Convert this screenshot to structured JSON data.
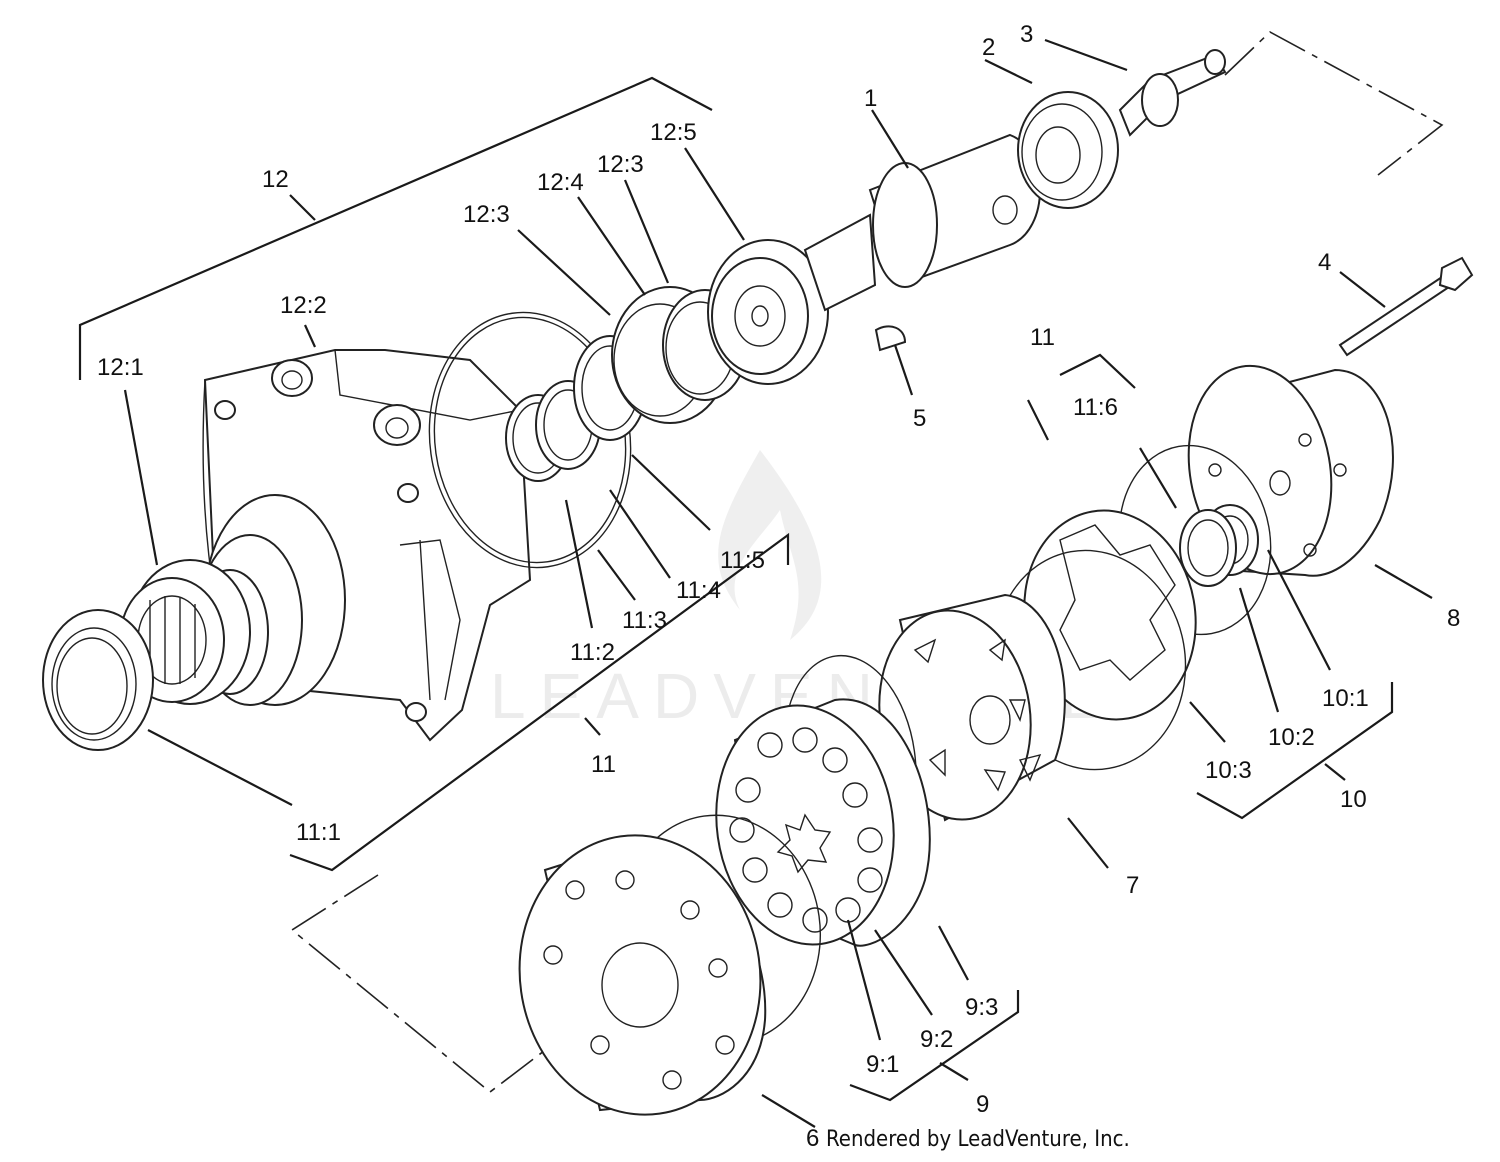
{
  "diagram": {
    "watermark": "LEADVENTURE",
    "credit": "Rendered by LeadVenture, Inc.",
    "labels": {
      "l1": "1",
      "l2": "2",
      "l3": "3",
      "l4": "4",
      "l5": "5",
      "l6": "6",
      "l7": "7",
      "l8": "8",
      "l9": "9",
      "l9_1": "9:1",
      "l9_2": "9:2",
      "l9_3": "9:3",
      "l10": "10",
      "l10_1": "10:1",
      "l10_2": "10:2",
      "l10_3": "10:3",
      "l11a": "11",
      "l11b": "11",
      "l11_1": "11:1",
      "l11_2": "11:2",
      "l11_3": "11:3",
      "l11_4": "11:4",
      "l11_5": "11:5",
      "l11_6": "11:6",
      "l12": "12",
      "l12_1": "12:1",
      "l12_2": "12:2",
      "l12_3a": "12:3",
      "l12_3b": "12:3",
      "l12_4": "12:4",
      "l12_5": "12:5"
    }
  }
}
